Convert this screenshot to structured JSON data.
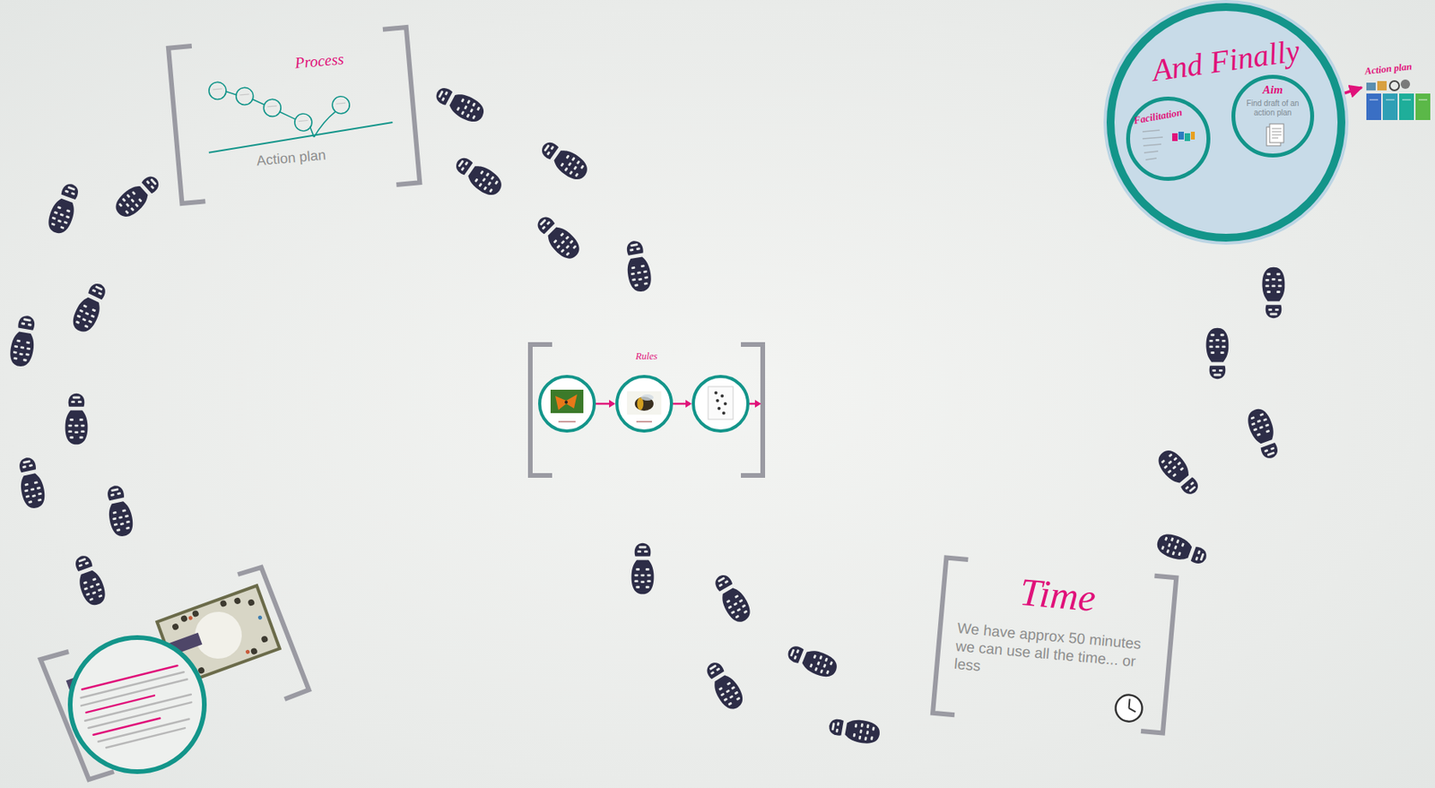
{
  "diagram": {
    "nodes": [
      {
        "text": [
          "Process",
          "Action plan"
        ]
      },
      {
        "text": [
          "Rules"
        ]
      },
      {
        "text": [
          "Time",
          "We have approx 50 minutes we can use all the time... or less"
        ]
      },
      {
        "text": [
          "And Finally"
        ]
      },
      {
        "text": [
          "Facilitation"
        ],
        "in": 3
      },
      {
        "text": [
          "Aim",
          "Find draft of an action plan"
        ],
        "in": 3
      },
      {
        "text": [
          "Action plan"
        ]
      }
    ],
    "edges": [
      {
        "from": 4,
        "to": 5,
        "arrow": "to"
      },
      {
        "from": 5,
        "to": 6,
        "arrow": "to"
      }
    ]
  }
}
